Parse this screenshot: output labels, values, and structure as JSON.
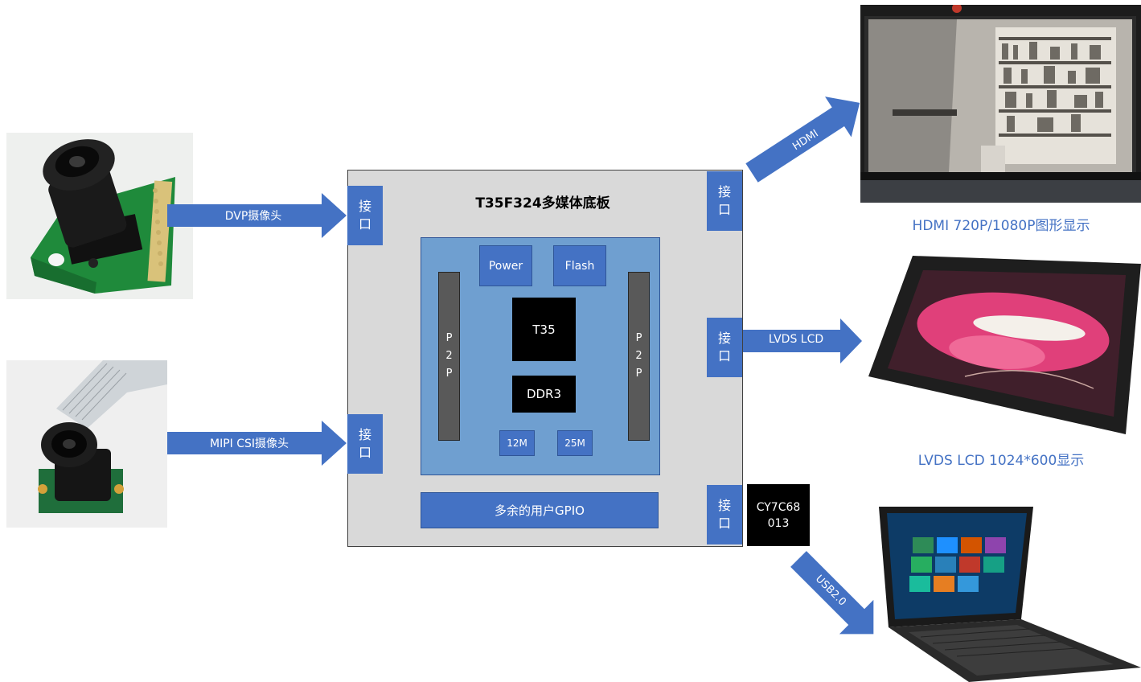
{
  "board": {
    "title": "T35F324多媒体底板",
    "inputs": [
      {
        "arrow_label": "DVP摄像头",
        "port": [
          "接",
          "口"
        ]
      },
      {
        "arrow_label": "MIPI CSI摄像头",
        "port": [
          "接",
          "口"
        ]
      }
    ],
    "outputs": [
      {
        "arrow_label": "HDMI",
        "port": [
          "接",
          "口"
        ],
        "caption": "HDMI 720P/1080P图形显示"
      },
      {
        "arrow_label": "LVDS LCD",
        "port": [
          "接",
          "口"
        ],
        "caption": "LVDS LCD 1024*600显示"
      },
      {
        "arrow_label": "USB2.0",
        "port": [
          "接",
          "口"
        ]
      }
    ],
    "core": {
      "power": "Power",
      "flash": "Flash",
      "fpga": "T35",
      "ddr": "DDR3",
      "osc1": "12M",
      "osc2": "25M",
      "p2p": [
        "P",
        "2",
        "P"
      ]
    },
    "gpio": "多余的用户GPIO",
    "usb_chip": [
      "CY7C68",
      "013"
    ]
  },
  "colors": {
    "accent_blue": "#4472c4",
    "inner_blue": "#6f9fd0",
    "board_gray": "#d9d9d9",
    "chip_black": "#000000",
    "p2p_gray": "#595959",
    "caption_blue": "#4472c4"
  },
  "icons": [
    "dvp-camera-photo",
    "mipi-camera-photo",
    "hdmi-monitor-photo",
    "lvds-lcd-photo",
    "laptop-photo"
  ]
}
